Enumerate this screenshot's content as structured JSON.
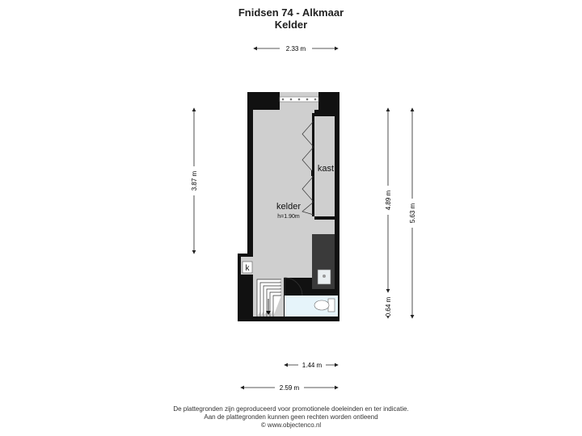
{
  "header": {
    "title": "Fnidsen 74 - Alkmaar",
    "subtitle": "Kelder"
  },
  "dimensions": {
    "top_width": "2.33 m",
    "left_height": "3.87 m",
    "right_inner_height": "4.89 m",
    "right_outer_height": "5.63 m",
    "right_lower_height": "0.64 m",
    "bottom_inner_width": "1.44 m",
    "bottom_outer_width": "2.59 m"
  },
  "rooms": {
    "kelder_label": "kelder",
    "kelder_height": "h=1.90m",
    "kast_label": "kast",
    "k_label": "k"
  },
  "footer": {
    "line1": "De plattegronden zijn geproduceerd voor promotionele doeleinden en ter indicatie.",
    "line2": "Aan de plattegronden kunnen geen rechten worden ontleend",
    "line3": "© www.objectenco.nl"
  },
  "colors": {
    "wall": "#111111",
    "floor": "#cfcfcf",
    "bathroom_floor": "#e6f4fa",
    "dark_area": "#3a3a3a"
  }
}
